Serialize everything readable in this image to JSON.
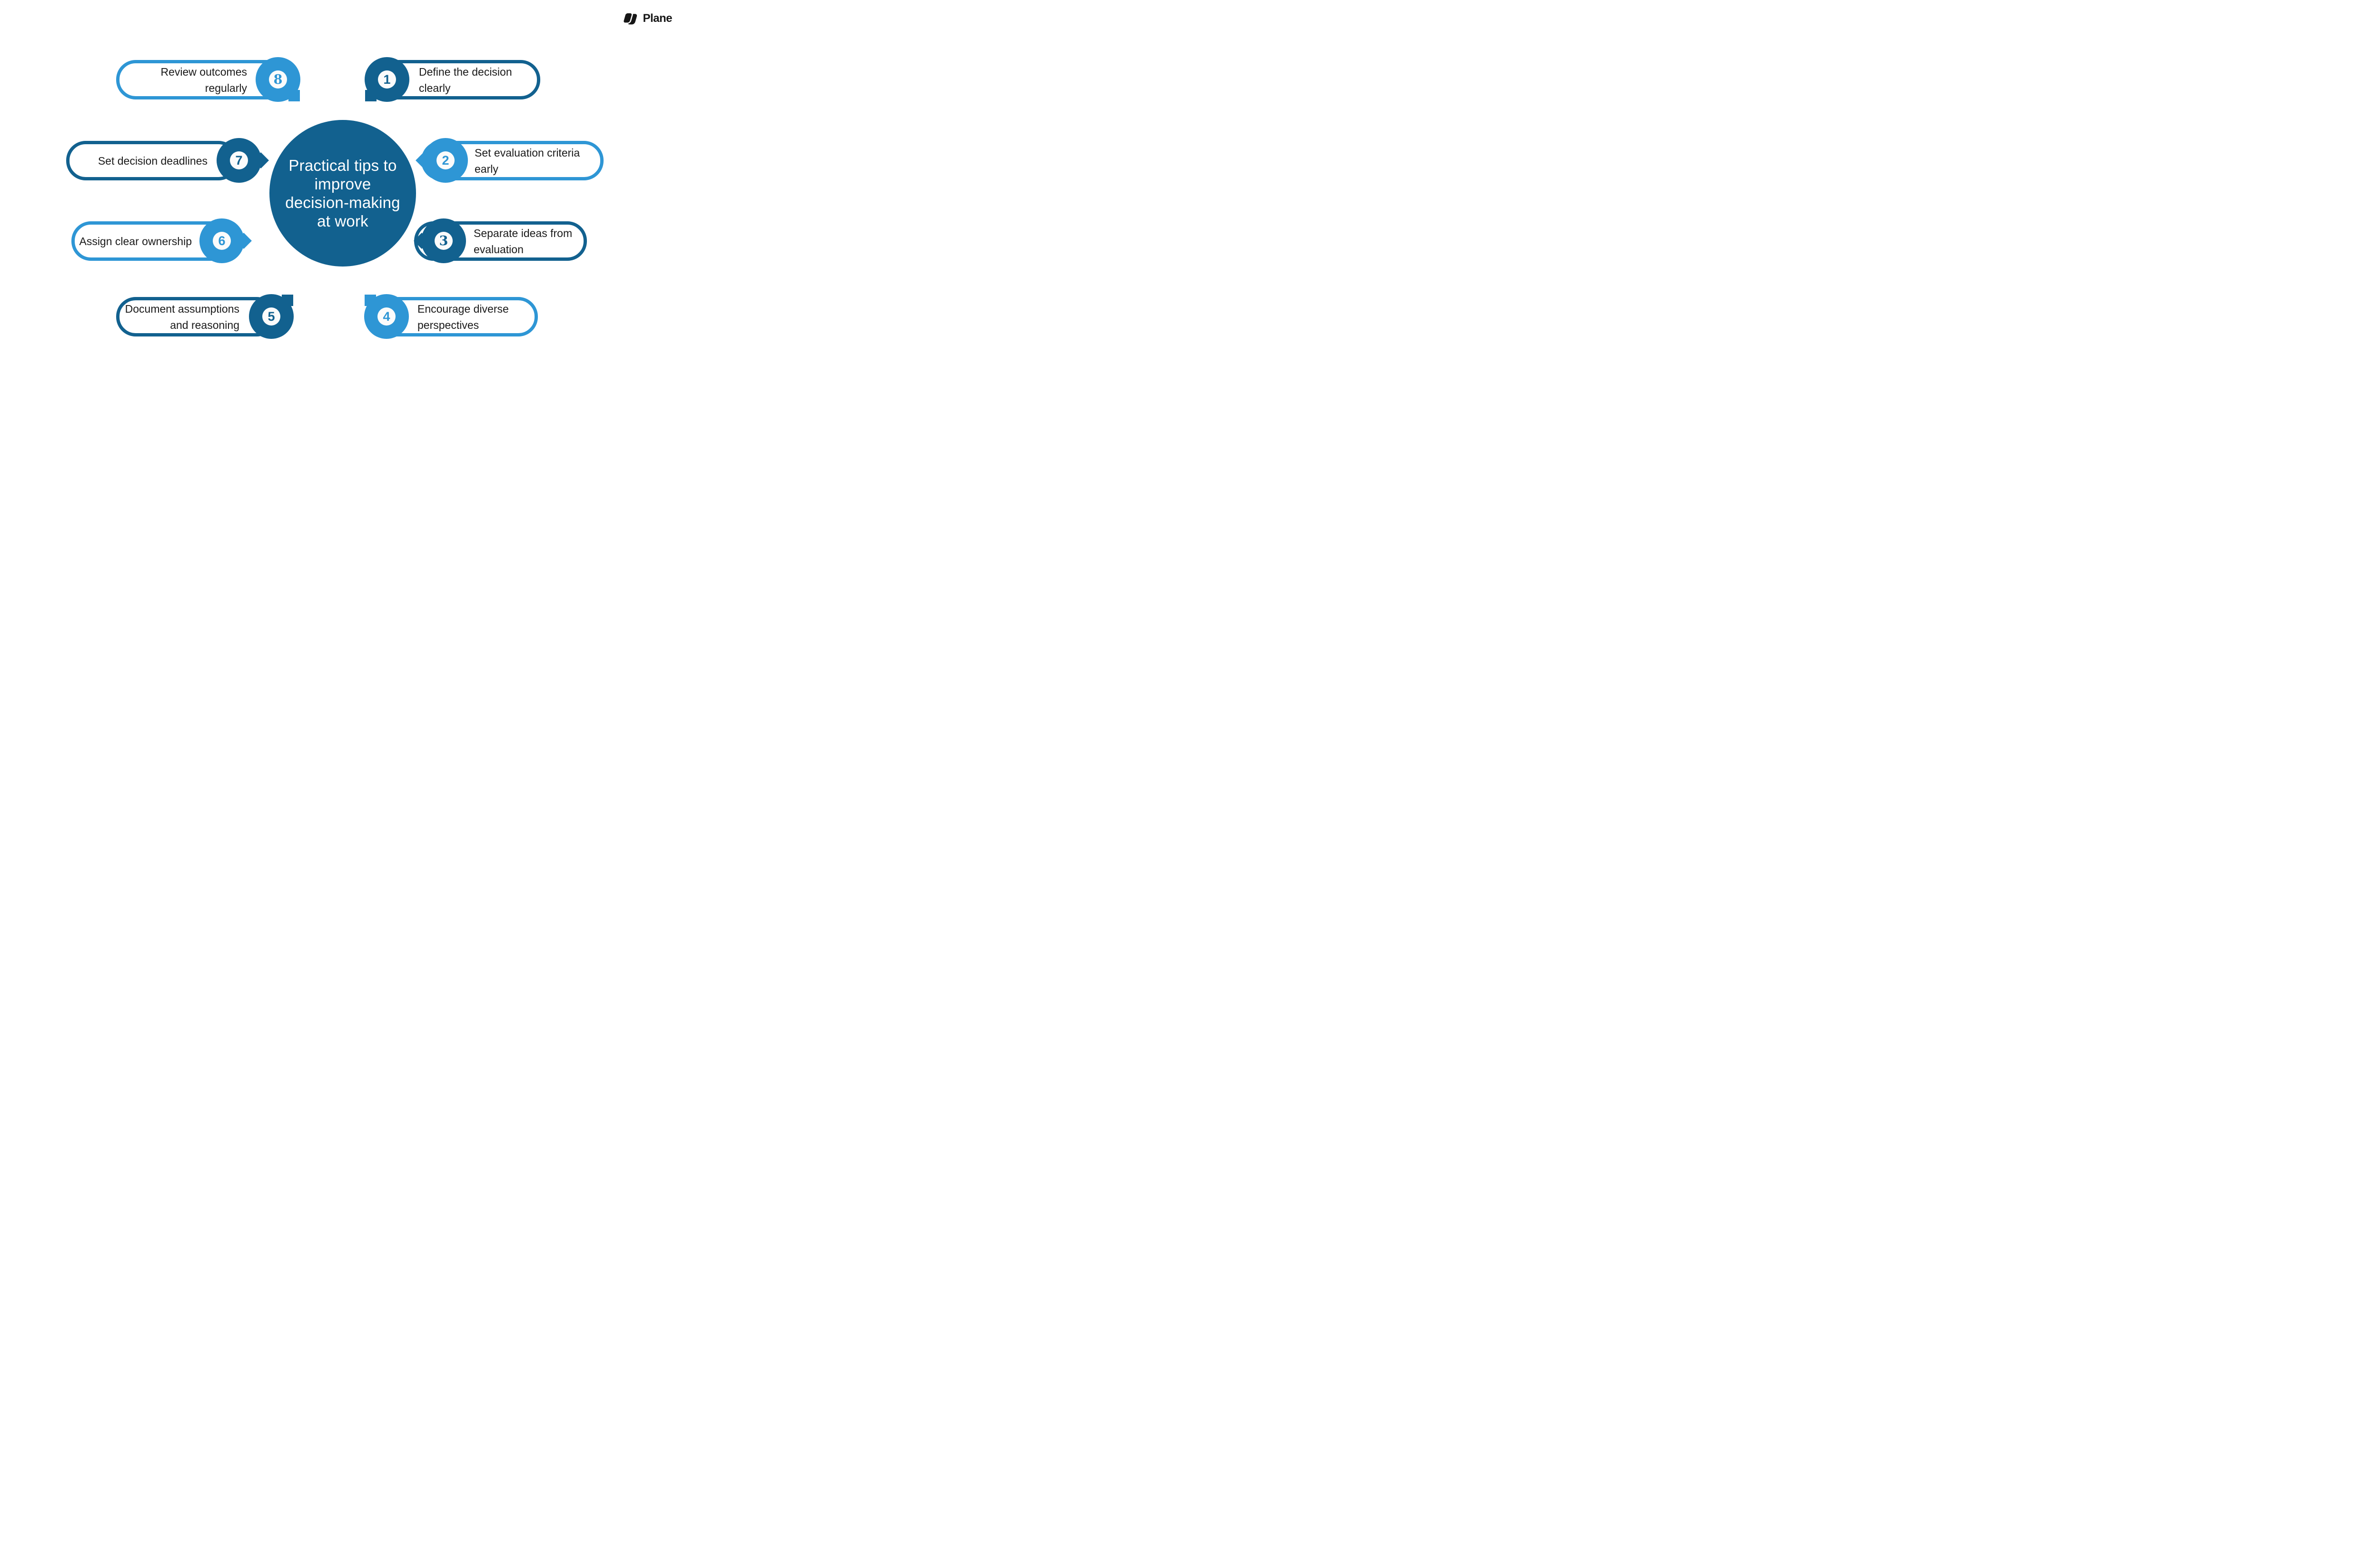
{
  "logo": {
    "text": "Plane"
  },
  "center": {
    "line1": "Practical tips to",
    "line2": "improve",
    "line3": "decision-making",
    "line4": "at work"
  },
  "colors": {
    "dark_blue": "#12618F",
    "light_blue": "#2E96D5",
    "label_text": "#1A1A1A",
    "pill_fill": "#FFFFFF",
    "background": "#FFFFFF",
    "logo_color": "#161616"
  },
  "tips": [
    {
      "number": "1",
      "label": "Define the decision\nclearly"
    },
    {
      "number": "2",
      "label": "Set evaluation criteria\nearly"
    },
    {
      "number": "3",
      "label": "Separate ideas from\nevaluation"
    },
    {
      "number": "4",
      "label": "Encourage diverse\nperspectives"
    },
    {
      "number": "5",
      "label": "Document assumptions\nand reasoning"
    },
    {
      "number": "6",
      "label": "Assign clear ownership"
    },
    {
      "number": "7",
      "label": "Set decision deadlines"
    },
    {
      "number": "8",
      "label": "Review outcomes\nregularly"
    }
  ]
}
